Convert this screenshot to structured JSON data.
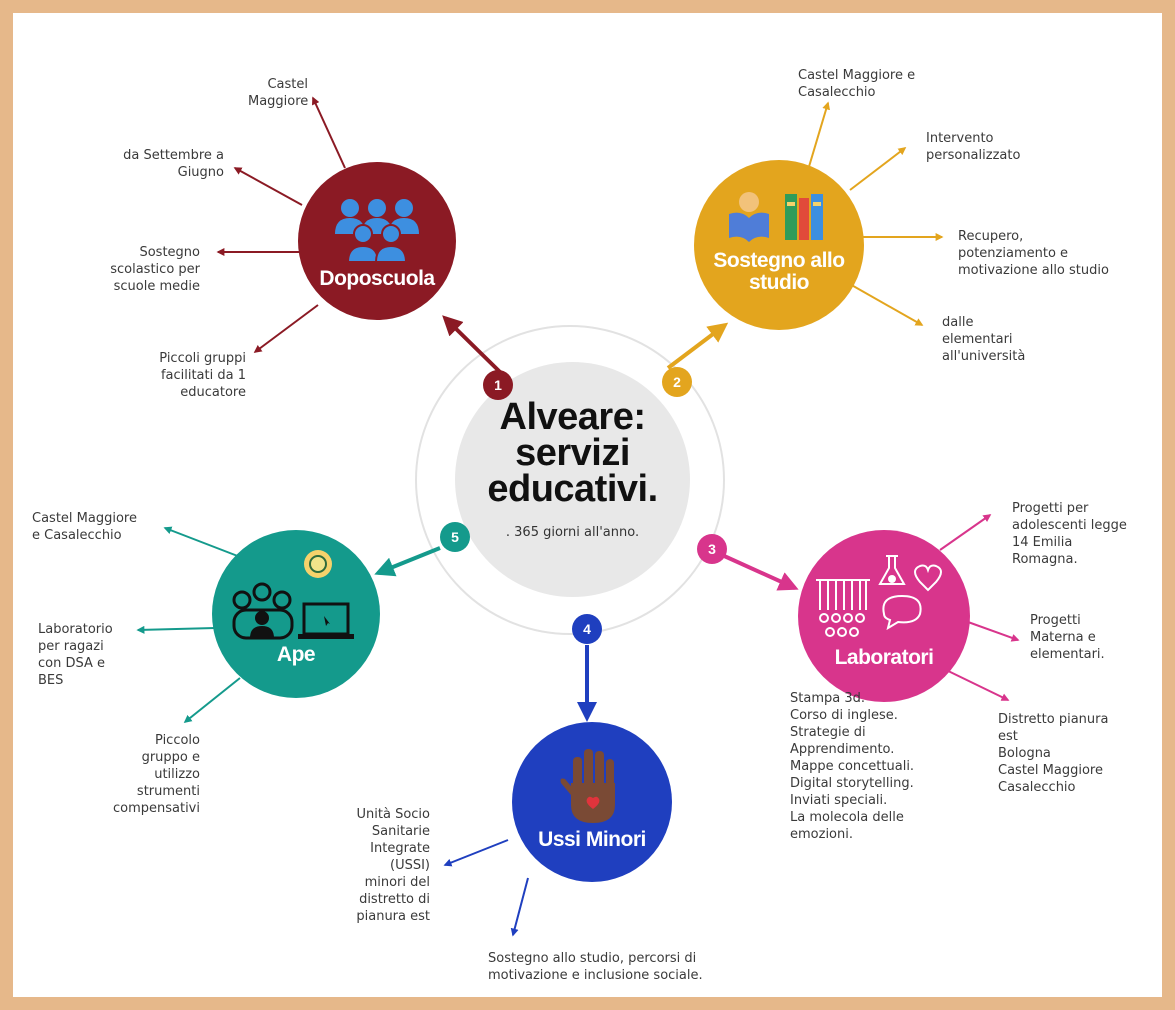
{
  "center": {
    "title_line1": "Alveare:",
    "title_line2": "servizi",
    "title_line3": "educativi.",
    "subtitle": ". 365 giorni all'anno."
  },
  "nodes": {
    "doposcuola": {
      "number": "1",
      "title": "Doposcuola",
      "color": "#8b1a24",
      "icon": "group-people-icon",
      "labels": [
        "Castel\nMaggiore",
        "da Settembre a\nGiugno",
        "Sostegno\nscolastico  per\nscuole medie",
        "Piccoli gruppi\nfacilitati da 1\neducatore"
      ]
    },
    "sostegno": {
      "number": "2",
      "title_line1": "Sostegno allo",
      "title_line2": "studio",
      "color": "#e3a51e",
      "icon": "reading-books-icon",
      "labels": [
        "Castel Maggiore e\nCasalecchio",
        "Intervento\npersonalizzato",
        "Recupero,\npotenziamento e\nmotivazione allo studio",
        "dalle\nelementari\nall'università"
      ]
    },
    "laboratori": {
      "number": "3",
      "title": "Laboratori",
      "color": "#d8358c",
      "icon": "lab-icons",
      "labels": [
        "Progetti per\nadolescenti legge\n14 Emilia\nRomagna.",
        "Progetti\nMaterna e\nelementari.",
        "Distretto pianura\nest\nBologna\nCastel Maggiore\nCasalecchio",
        " Stampa 3d.\nCorso di inglese.\nStrategie di\nApprendimento.\nMappe concettuali.\nDigital storytelling.\nInviati speciali.\nLa molecola delle\nemozioni."
      ]
    },
    "ussi": {
      "number": "4",
      "title": "Ussi Minori",
      "color": "#1f3fbf",
      "icon": "hand-heart-icon",
      "labels": [
        "Unità Socio\nSanitarie\nIntegrate\n(USSI)\nminori del\ndistretto di\npianura est",
        "Sostegno allo studio, percorsi di\nmotivazione e inclusione sociale."
      ]
    },
    "ape": {
      "number": "5",
      "title": "Ape",
      "color": "#149a8c",
      "icon": "online-meeting-icon",
      "labels": [
        "Castel Maggiore\ne Casalecchio",
        "Laboratorio\nper ragazi\ncon DSA e\nBES",
        "Piccolo\ngruppo e\nutilizzo\nstrumenti\ncompensativi"
      ]
    }
  },
  "colors": {
    "frame": "#e6b88a",
    "center_fill": "#e8e8e8",
    "center_ring": "#e2e2e2"
  }
}
